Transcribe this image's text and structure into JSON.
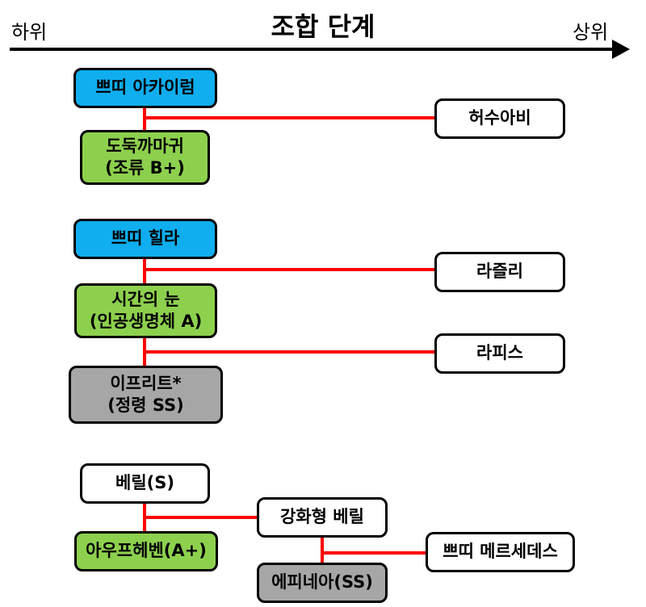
{
  "header": {
    "title": "조합 단계",
    "left_label": "하위",
    "right_label": "상위"
  },
  "colors": {
    "base": "#10aeef",
    "mid": "#8dd04e",
    "final": "#a6a6a6",
    "result": "#ffffff",
    "line": "#ff0000"
  },
  "groups": [
    {
      "nodes": {
        "top": "쁘띠 아카이럼",
        "bottom_line1": "도둑까마귀",
        "bottom_line2": "(조류 B+)",
        "result": "허수아비"
      }
    },
    {
      "nodes": {
        "top": "쁘띠 힐라",
        "middle_line1": "시간의 눈",
        "middle_line2": "(인공생명체 A)",
        "bottom_line1": "이프리트*",
        "bottom_line2": "(정령 SS)",
        "result1": "라즐리",
        "result2": "라피스"
      }
    },
    {
      "nodes": {
        "top": "베릴(S)",
        "bottom": "아우프헤벤(A+)",
        "mid_result": "강화형 베릴",
        "final_bottom": "에피네아(SS)",
        "result": "쁘띠 메르세데스"
      }
    }
  ]
}
